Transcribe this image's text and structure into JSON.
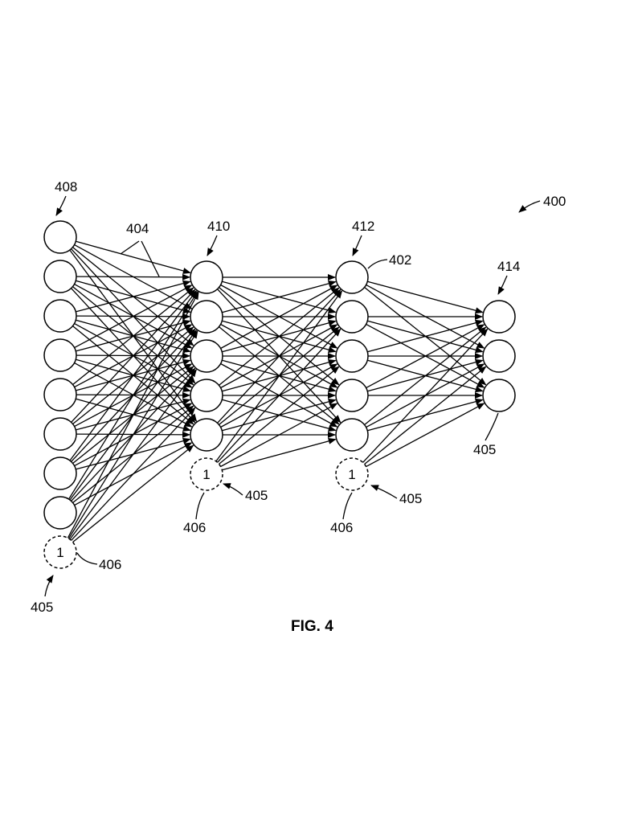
{
  "figure": {
    "caption": "FIG. 4",
    "network_label": "400"
  },
  "network": {
    "layers": [
      {
        "label": "408",
        "nodes": 8,
        "has_bias": true
      },
      {
        "label": "410",
        "nodes": 5,
        "has_bias": true
      },
      {
        "label": "412",
        "nodes": 5,
        "has_bias": true
      },
      {
        "label": "414",
        "nodes": 3,
        "has_bias": false
      }
    ],
    "bias_text": "1",
    "labels": {
      "connections": "404",
      "node": "402",
      "bias_unit": "405",
      "bias_value": "406"
    }
  },
  "colors": {
    "stroke": "#000000",
    "background": "#ffffff"
  }
}
